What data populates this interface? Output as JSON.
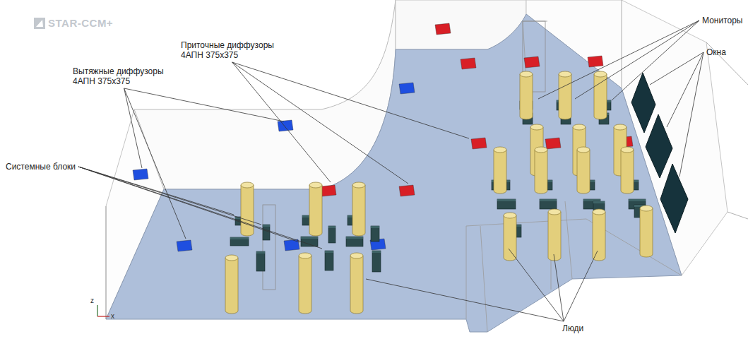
{
  "diagram": {
    "labels": [
      "STAR-CCM+",
      "Приточные диффузоры 4АПН 375x375",
      "Вытяжные диффузоры 4АПН 375x375",
      "Системные блоки",
      "Мониторы",
      "Окна",
      "Люди",
      "z",
      "x"
    ]
  }
}
